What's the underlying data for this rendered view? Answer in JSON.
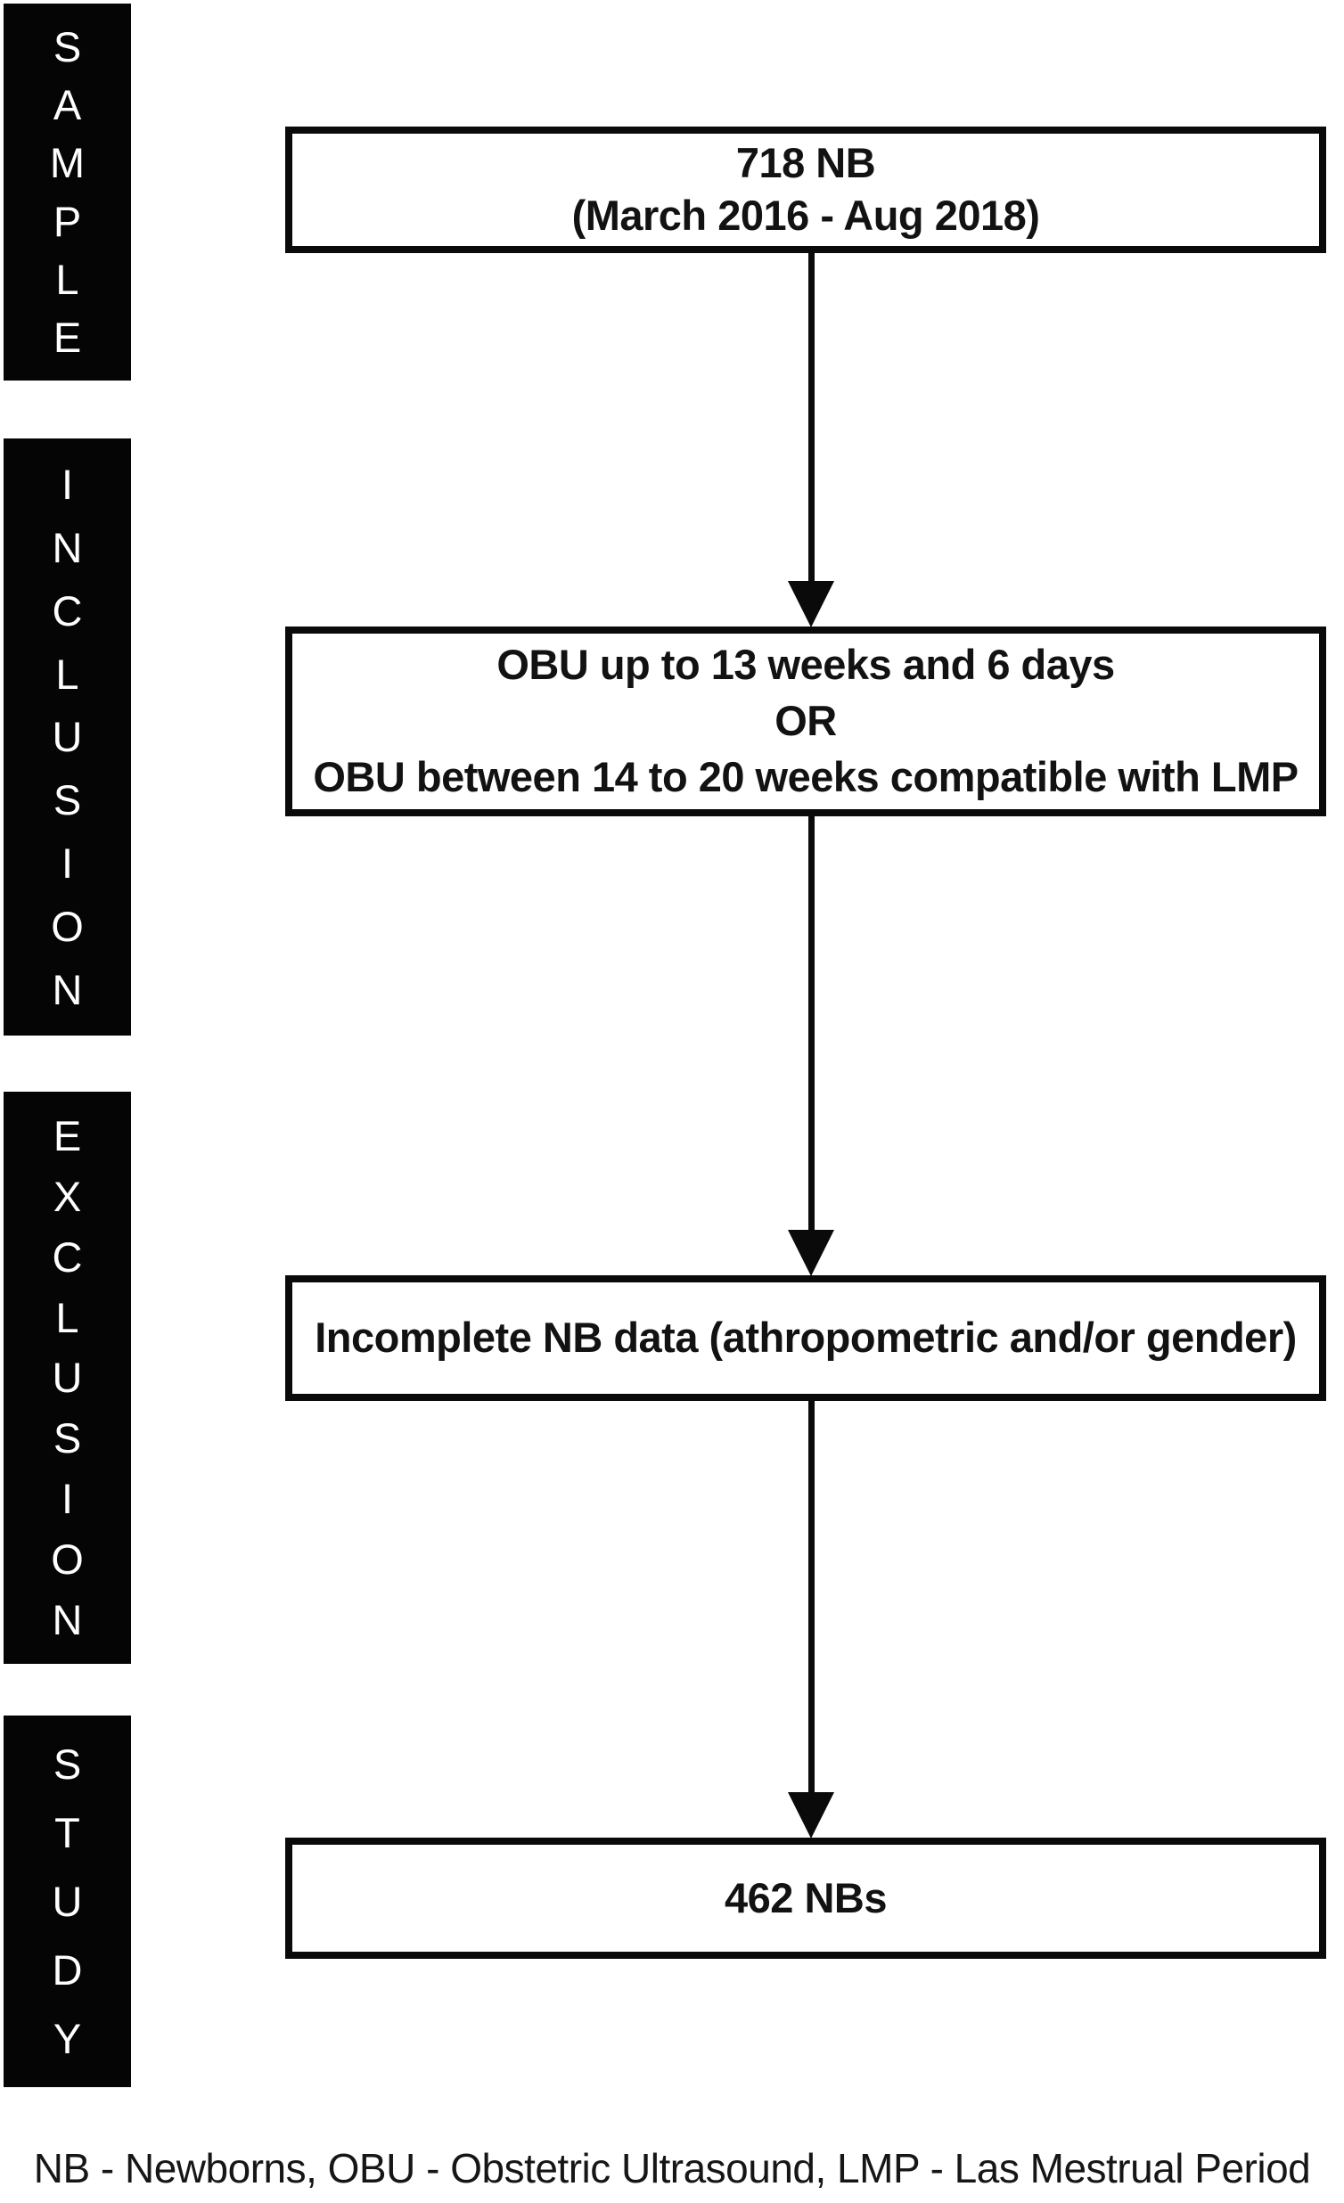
{
  "colors": {
    "background": "#ffffff",
    "sidebar_bg": "#050505",
    "sidebar_text": "#ffffff",
    "box_border": "#0a0a0a",
    "text": "#121212"
  },
  "sidebar": {
    "labels": [
      {
        "word": "SAMPLE"
      },
      {
        "word": "INCLUSION"
      },
      {
        "word": "EXCLUSION"
      },
      {
        "word": "STUDY"
      }
    ]
  },
  "flowchart": {
    "boxes": [
      {
        "lines": [
          "718 NB",
          "(March 2016 - Aug 2018)"
        ]
      },
      {
        "lines": [
          "OBU up to 13 weeks and 6 days",
          "OR",
          "OBU between 14 to 20 weeks compatible with LMP"
        ]
      },
      {
        "lines": [
          "Incomplete NB data (athropometric and/or gender)"
        ]
      },
      {
        "lines": [
          "462 NBs"
        ]
      }
    ]
  },
  "legend": {
    "text": "NB - Newborns, OBU - Obstetric Ultrasound, LMP - Las Mestrual Period"
  }
}
